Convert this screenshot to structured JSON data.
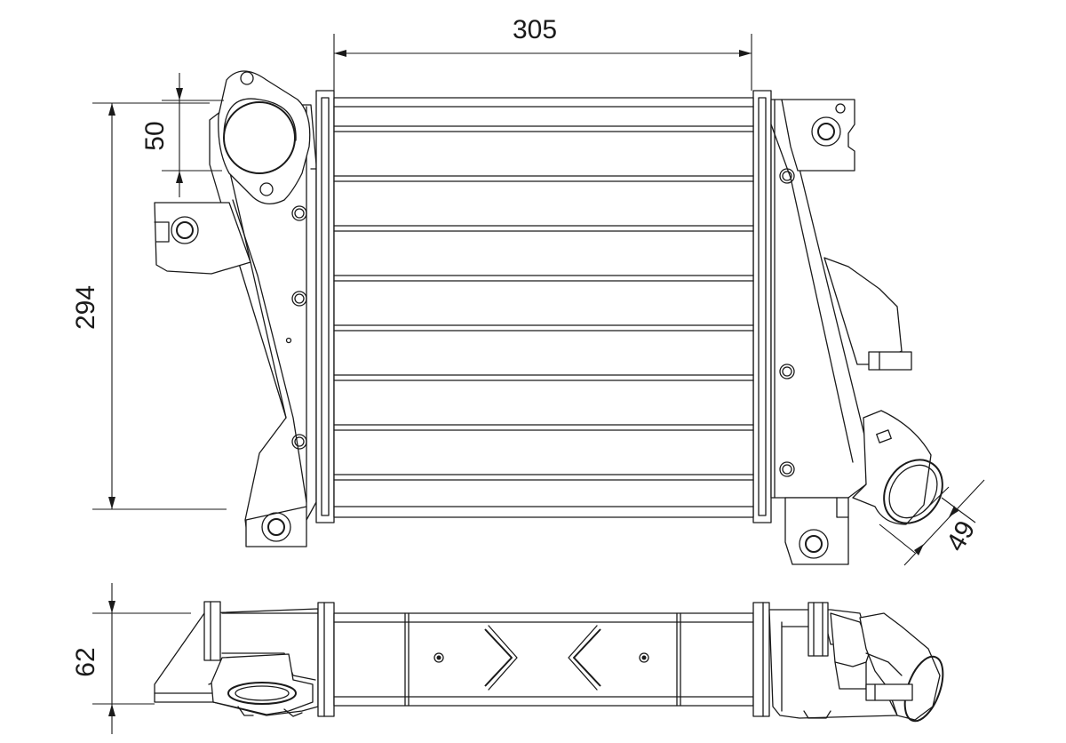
{
  "dimensions": {
    "width": "305",
    "height": "294",
    "inlet": "50",
    "outlet": "49",
    "depth": "62"
  },
  "colors": {
    "line": "#1a1a1a",
    "background": "#ffffff"
  }
}
